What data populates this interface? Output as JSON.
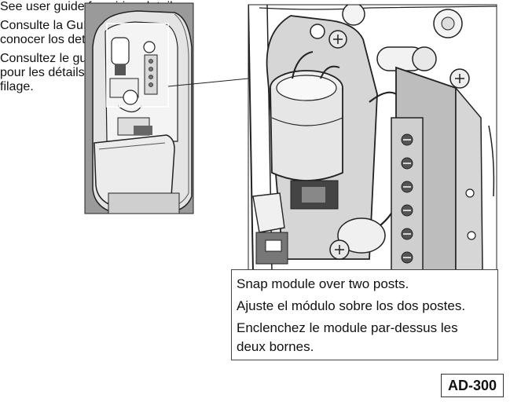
{
  "wiring_note": {
    "en": "See user guide for wiring details.",
    "es_line1": "Consulte la Guía del usuario para",
    "es_line2": "conocer los detalles de cableado.",
    "fr_line1": "Consultez le guide d’utilisation",
    "fr_line2": "pour les détails concernant le",
    "fr_line3": "filage."
  },
  "snap_note": {
    "en": "Snap module over two posts.",
    "es": "Ajuste el módulo sobre los dos postes.",
    "fr_line1": "Enclenchez le module par-dessus les",
    "fr_line2": "deux bornes."
  },
  "model_number": "AD-300"
}
